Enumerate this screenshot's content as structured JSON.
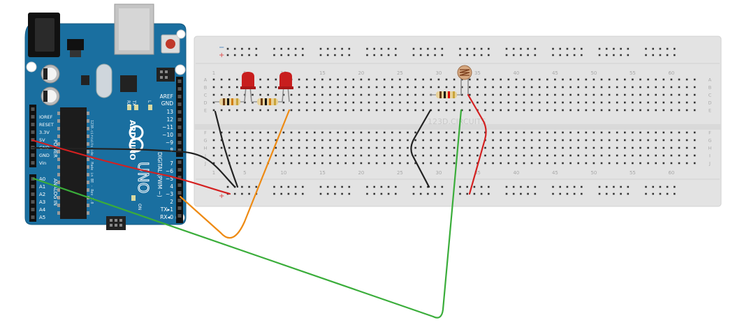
{
  "board": {
    "brand": "ARDUINO",
    "model": "UNO",
    "fine_print": "1230.circuits ide / Made in BE - Rev 1.0",
    "power_header_labels": [
      "IOREF",
      "RESET",
      "3.3V",
      "5V",
      "GND",
      "GND",
      "Vin"
    ],
    "power_section_label": "POWER",
    "analog_labels": [
      "A0",
      "A1",
      "A2",
      "A3",
      "A4",
      "A5"
    ],
    "analog_section_label": "ANALOG IN",
    "top_right_labels": [
      "AREF",
      "GND"
    ],
    "digital_labels": [
      "13",
      "12",
      "~11",
      "~10",
      "~9",
      "8",
      "7",
      "~6",
      "~5",
      "4",
      "~3",
      "2",
      "TX▸1",
      "RX◂0"
    ],
    "digital_section_label": "DIGITAL (PWM ~)",
    "led_labels": [
      "TX",
      "RX",
      "L"
    ],
    "on_label": "ON"
  },
  "breadboard": {
    "rail_minus": "−",
    "rail_plus": "+",
    "column_numbers": [
      "1",
      "5",
      "10",
      "15",
      "20",
      "25",
      "30",
      "35",
      "40",
      "45",
      "50",
      "55",
      "60"
    ],
    "row_letters_top": [
      "A",
      "B",
      "C",
      "D",
      "E"
    ],
    "row_letters_bottom": [
      "F",
      "G",
      "H",
      "I",
      "J"
    ],
    "watermark": "123D.CIRCUITS"
  },
  "colors": {
    "board_blue": "#1a6fa0",
    "breadboard": "#e3e3e3",
    "wire_red": "#d42020",
    "wire_black": "#222222",
    "wire_orange": "#ee8a12",
    "wire_green": "#3aad3a",
    "led_red": "#c81e1e"
  }
}
